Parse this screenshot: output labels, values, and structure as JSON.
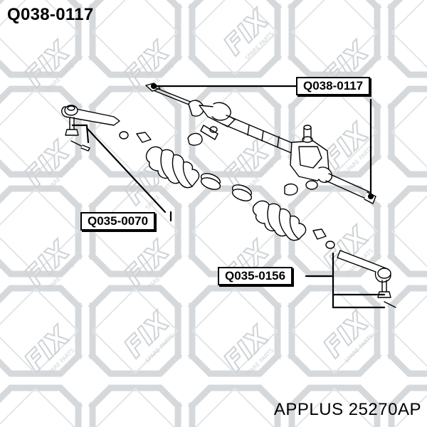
{
  "header": {
    "part_number": "Q038-0117"
  },
  "labels": {
    "rack": "Q038-0117",
    "inner_tie_rod": "Q035-0070",
    "outer_tie_rod": "Q035-0156"
  },
  "footer": {
    "brand_part": "APPLUS 25270AP"
  },
  "watermark": {
    "logo": "FIX",
    "tagline": "SPARE PARTS",
    "color": "#cfd3d6"
  }
}
